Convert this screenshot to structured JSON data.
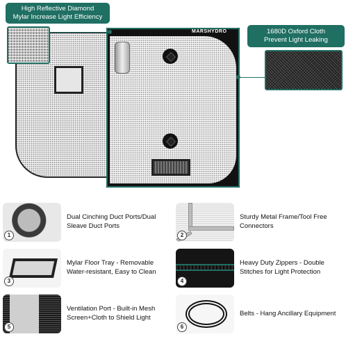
{
  "callouts": {
    "mylar_line1": "High Reflective Diamond",
    "mylar_line2": "Mylar Increase Light Efficiency",
    "cloth_line1": "1680D Oxford Cloth",
    "cloth_line2": "Prevent Light Leaking"
  },
  "brand": "MARSHYDRO",
  "colors": {
    "accent": "#1f6f62",
    "frame": "#1a1a1a",
    "mylar": "#dcdcdc"
  },
  "features": [
    {
      "number": "1",
      "icon": "duct-port-icon",
      "text": "Dual Cinching Duct Ports/Dual Sleave Duct Ports"
    },
    {
      "number": "2",
      "icon": "metal-frame-icon",
      "text": "Sturdy Metal Frame/Tool Free Connectors"
    },
    {
      "number": "3",
      "icon": "floor-tray-icon",
      "text": "Mylar Floor Tray - Removable Water-resistant, Easy to Clean"
    },
    {
      "number": "4",
      "icon": "zipper-icon",
      "text": "Heavy Duty Zippers - Double Stitches for Light Protection"
    },
    {
      "number": "5",
      "icon": "vent-window-icon",
      "text": "Ventilation Port - Built-in Mesh Screen+Cloth to Shield Light"
    },
    {
      "number": "6",
      "icon": "belt-icon",
      "text": "Belts - Hang Ancillary Equipment"
    }
  ]
}
